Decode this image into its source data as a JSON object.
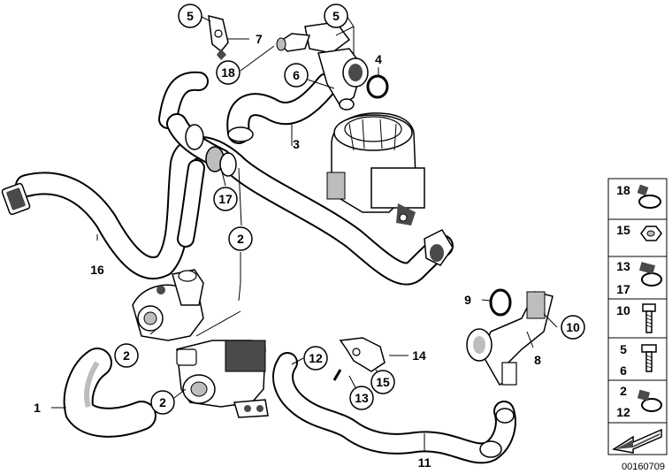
{
  "callouts": {
    "c5a": "5",
    "c5b": "5",
    "c7": "7",
    "c4": "4",
    "c18": "18",
    "c6": "6",
    "c3": "3",
    "c17": "17",
    "c2a": "2",
    "c16": "16",
    "c2b": "2",
    "c2c": "2",
    "c1": "1",
    "c12": "12",
    "c14": "14",
    "c15": "15",
    "c13": "13",
    "c11": "11",
    "c9": "9",
    "c10": "10",
    "c8": "8"
  },
  "legend": {
    "row1": "18",
    "row2": "15",
    "row3_top": "13",
    "row3_bottom": "17",
    "row4": "10",
    "row5_top": "5",
    "row5_bottom": "6",
    "row6_top": "2",
    "row6_bottom": "12"
  },
  "diagram_id": "00160709",
  "colors": {
    "line": "#000000",
    "part_fill": "#ffffff",
    "shade": "#bdbdbd",
    "dark": "#4a4a4a"
  }
}
